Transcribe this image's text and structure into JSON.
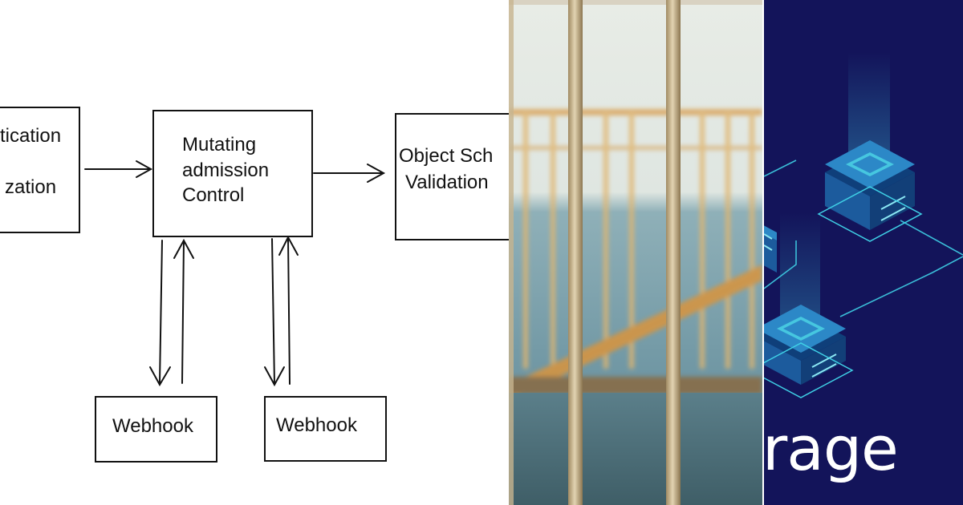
{
  "diagram": {
    "left_box_lines": [
      "tication",
      "zation"
    ],
    "center_box_lines": [
      "Mutating",
      "admission",
      "Control"
    ],
    "right_box_lines": [
      "Object Sch",
      "Validation"
    ],
    "webhook_labels": [
      "Webhook",
      "Webhook"
    ]
  },
  "storage_panel": {
    "brand_text": "rage",
    "background_color": "#13145a",
    "accent_color": "#3fd0e6"
  },
  "photo_panel": {
    "icon": "railing-photo-icon"
  }
}
